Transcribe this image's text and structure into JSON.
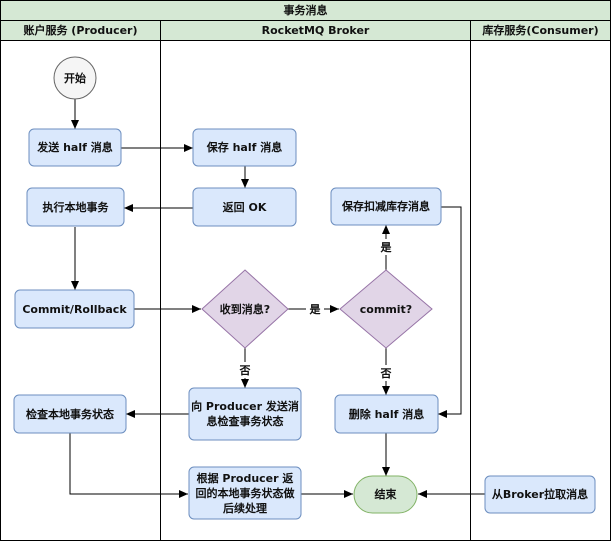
{
  "diagram": {
    "title": "事务消息",
    "lanes": {
      "producer": "账户服务 (Producer)",
      "broker": "RocketMQ Broker",
      "consumer": "库存服务(Consumer)"
    },
    "nodes": {
      "start": "开始",
      "send_half": "发送 half 消息",
      "save_half": "保存 half 消息",
      "local_tx": "执行本地事务",
      "return_ok": "返回 OK",
      "save_deduct": "保存扣减库存消息",
      "commit_rollback": "Commit/Rollback",
      "received_q": "收到消息?",
      "commit_q": "commit?",
      "check_local": "检查本地事务状态",
      "ask_producer": "向 Producer 发送消息检查事务状态",
      "delete_half": "删除 half 消息",
      "follow_up": "根据 Producer 返回的本地事务状态做后续处理",
      "end": "结束",
      "pull_msg": "从Broker拉取消息"
    },
    "edge_labels": {
      "yes_right": "是",
      "yes_up": "是",
      "no_received": "否",
      "no_commit": "否"
    },
    "colors": {
      "header_fill": "#d5e8d4",
      "header_stroke": "#82b366",
      "process_fill": "#dae8fc",
      "process_stroke": "#6c8ebf",
      "decision_fill": "#e1d5e7",
      "decision_stroke": "#9673a6",
      "end_fill": "#d5e8d4",
      "end_stroke": "#82b366",
      "start_fill": "#f5f5f5",
      "start_stroke": "#666666"
    }
  }
}
